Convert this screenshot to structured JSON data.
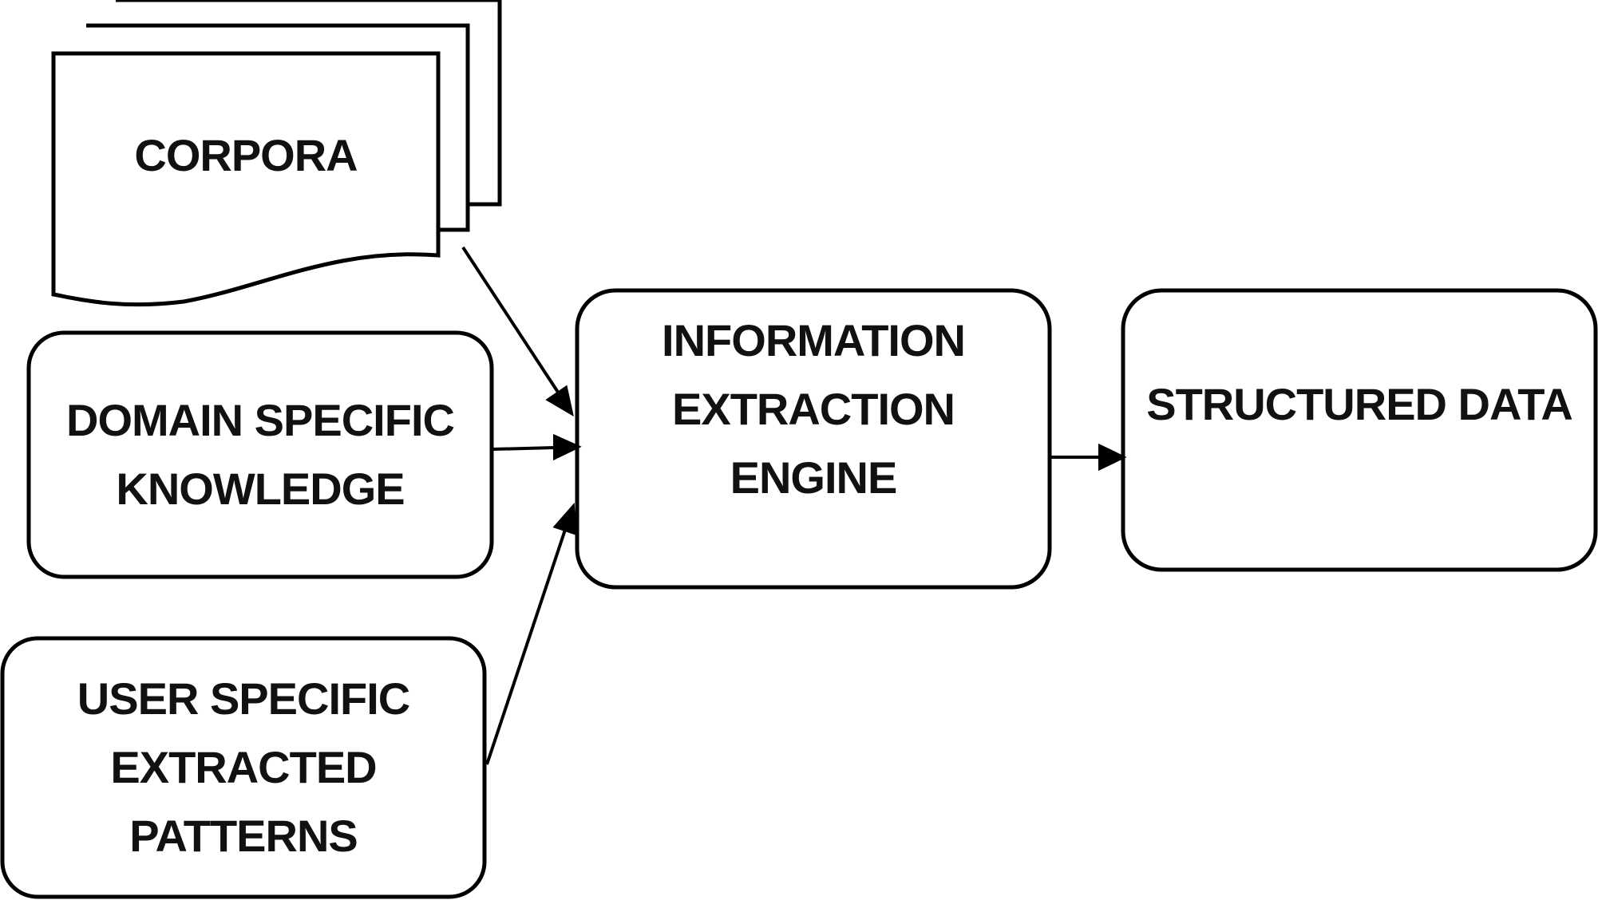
{
  "diagram": {
    "colors": {
      "stroke": "#000000",
      "fill": "#ffffff",
      "text": "#111111"
    },
    "nodes": {
      "corpora": {
        "shape": "stacked-documents",
        "lines": [
          "CORPORA"
        ]
      },
      "domain_specific_knowledge": {
        "shape": "rounded-rectangle",
        "lines": [
          "DOMAIN SPECIFIC",
          "KNOWLEDGE"
        ]
      },
      "user_specific_extracted_patterns": {
        "shape": "rounded-rectangle",
        "lines": [
          "USER SPECIFIC",
          "EXTRACTED",
          "PATTERNS"
        ]
      },
      "information_extraction_engine": {
        "shape": "rounded-rectangle",
        "lines": [
          "INFORMATION",
          "EXTRACTION",
          "ENGINE"
        ]
      },
      "structured_data": {
        "shape": "rounded-rectangle",
        "lines": [
          "STRUCTURED DATA"
        ]
      }
    },
    "edges": [
      {
        "from": "corpora",
        "to": "information_extraction_engine"
      },
      {
        "from": "domain_specific_knowledge",
        "to": "information_extraction_engine"
      },
      {
        "from": "user_specific_extracted_patterns",
        "to": "information_extraction_engine"
      },
      {
        "from": "information_extraction_engine",
        "to": "structured_data"
      }
    ]
  }
}
